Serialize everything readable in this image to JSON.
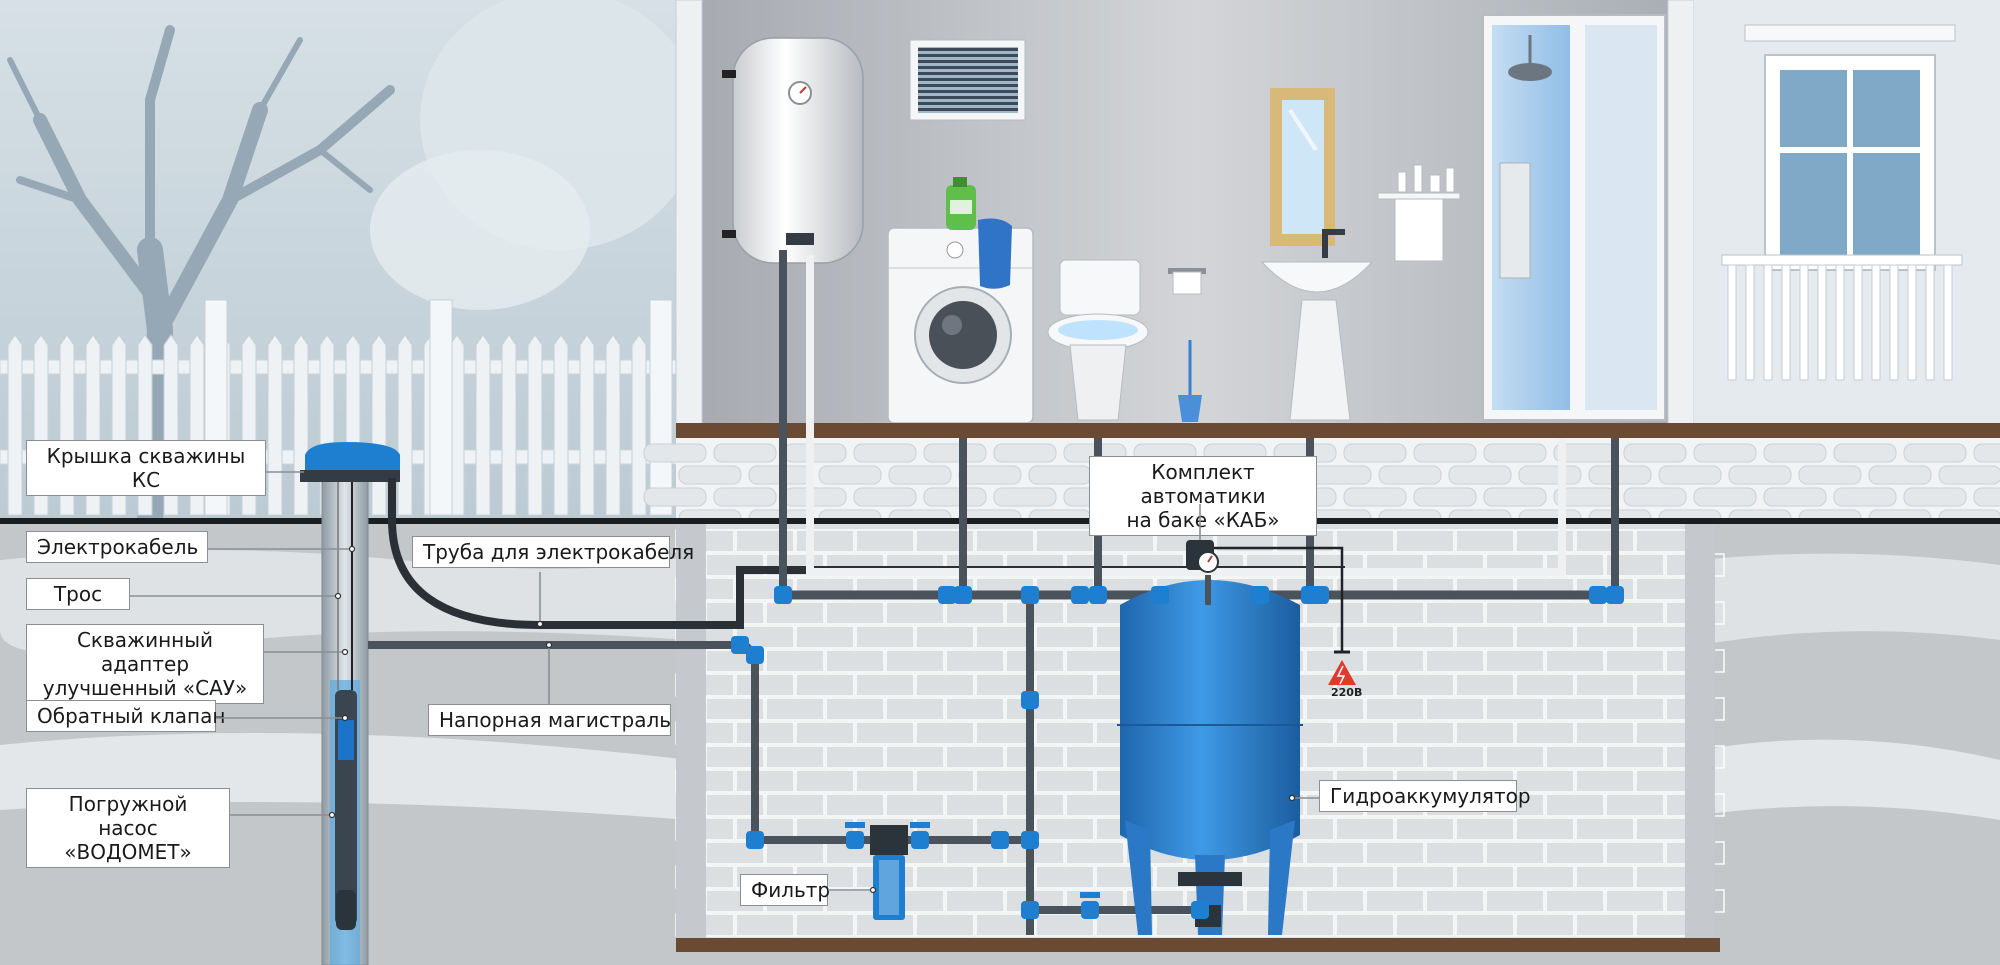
{
  "labels": {
    "well_cap": "Крышка скважины\nКС",
    "electric_cable": "Электрокабель",
    "rope": "Трос",
    "well_adapter": "Скважинный адаптер\nулучшенный «САУ»",
    "check_valve": "Обратный клапан",
    "submersible_pump": "Погружной насос\n«ВОДОМЕТ»",
    "cable_pipe": "Труба для электрокабеля",
    "pressure_main": "Напорная магистраль",
    "automation_kit": "Комплект автоматики\nна баке «КАБ»",
    "accumulator": "Гидроаккумулятор",
    "filter": "Фильтр",
    "voltage": "220В"
  },
  "colors": {
    "sky": "#c9d6de",
    "tree": "#9fb0bd",
    "fence": "#eef2f5",
    "room_wall": "#b9bcc1",
    "floor": "#6b4a33",
    "basement": "#d9dcdf",
    "brick_outline": "#ffffff",
    "soil": "#c7c9cb",
    "pipe_dark": "#4a525c",
    "pipe_white": "#eef0f2",
    "fitting_blue": "#1e7fd0",
    "tank_blue": "#2f86d6",
    "tank_shadow": "#1f66ad",
    "well_casing": "#b8c2c9",
    "water": "#5aa9e0"
  },
  "icons": [
    "water-heater-icon",
    "window-blind-icon",
    "washing-machine-icon",
    "detergent-bottle-icon",
    "toilet-icon",
    "toilet-paper-icon",
    "toilet-brush-icon",
    "mirror-icon",
    "sink-icon",
    "shelf-icon",
    "shower-cabin-icon",
    "porch-window-icon",
    "tree-icon",
    "fence-icon",
    "well-cap-icon",
    "pump-icon",
    "hydroaccumulator-icon",
    "pressure-gauge-icon",
    "filter-housing-icon",
    "ball-valve-icon",
    "high-voltage-icon"
  ]
}
